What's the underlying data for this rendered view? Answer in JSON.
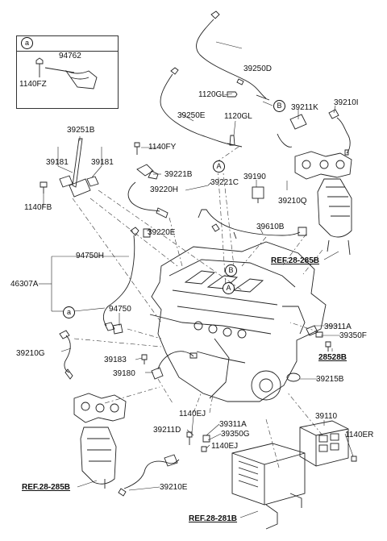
{
  "diagram": {
    "inset": {
      "marker": "a",
      "part1": "94762",
      "part2": "1140FZ"
    },
    "callouts": {
      "A": "A",
      "B": "B",
      "a": "a"
    },
    "parts": {
      "p39250D": "39250D",
      "p1120GL_a": "1120GL",
      "p39250E": "39250E",
      "p1120GL_b": "1120GL",
      "p39211K": "39211K",
      "p39210I": "39210I",
      "p39251B": "39251B",
      "p39181_l": "39181",
      "p39181_r": "39181",
      "p1140FB": "1140FB",
      "p1140FY": "1140FY",
      "p39221B": "39221B",
      "p39221C": "39221C",
      "p39220H": "39220H",
      "p39190": "39190",
      "p39210Q": "39210Q",
      "p39220E": "39220E",
      "p39610B": "39610B",
      "p94750H": "94750H",
      "p46307A": "46307A",
      "p94750": "94750",
      "p39210G": "39210G",
      "p39183": "39183",
      "p39180": "39180",
      "p39311A_r": "39311A",
      "p39350F": "39350F",
      "p28528B": "28528B",
      "p39215B": "39215B",
      "p1140EJ_a": "1140EJ",
      "p39211D": "39211D",
      "p39311A_b": "39311A",
      "p39350G": "39350G",
      "p1140EJ_b": "1140EJ",
      "p39110": "39110",
      "p1140ER": "1140ER",
      "p39210E": "39210E"
    },
    "refs": {
      "ref_right": "REF.28-285B",
      "ref_left": "REF.28-285B",
      "ref_bottom": "REF.28-281B"
    }
  }
}
